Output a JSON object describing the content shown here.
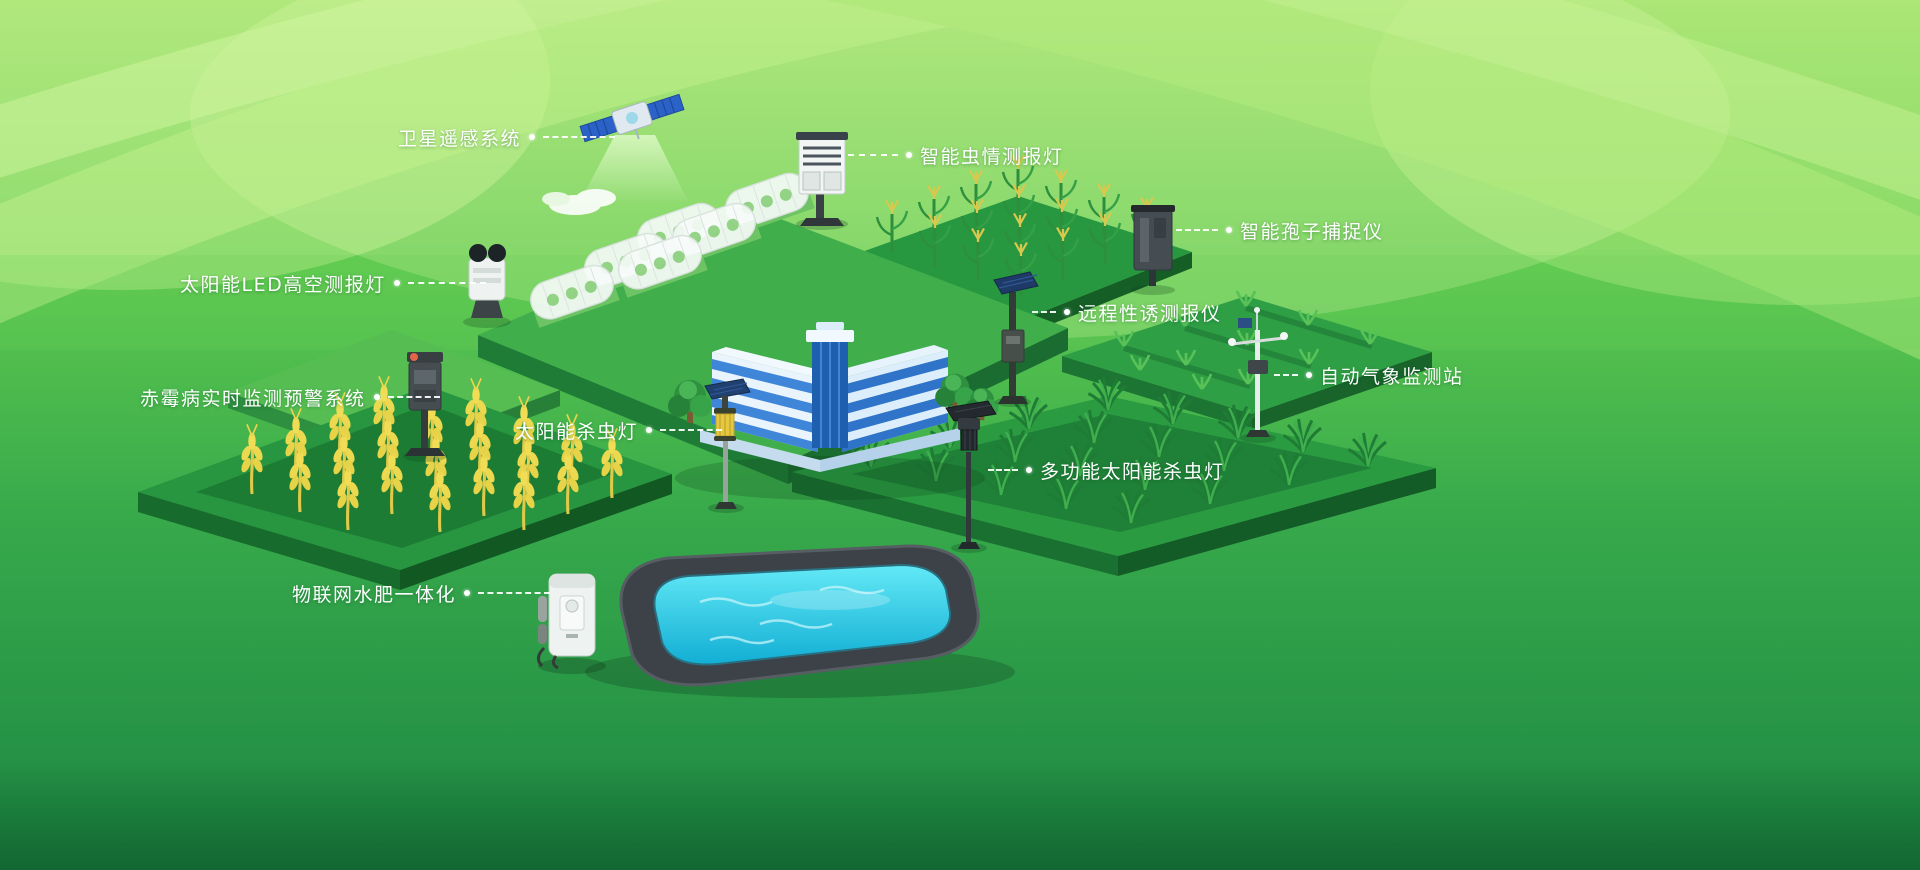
{
  "colors": {
    "background_top": "#a9e572",
    "background_mid": "#4fbf4f",
    "background_bottom": "#1c8743",
    "label_text": "#ffffff",
    "building_blue": "#3f86d9",
    "water_cyan": "#2fd3ea",
    "wheat_yellow": "#e9d44e",
    "plot_green": "#2c9c43",
    "pool_frame": "#3c4247"
  },
  "labels": [
    {
      "id": "satellite",
      "text": "卫星遥感系统",
      "icon": "satellite-icon",
      "side": "left"
    },
    {
      "id": "insect-lamp",
      "text": "智能虫情测报灯",
      "icon": "insect-monitoring-lamp-icon",
      "side": "right"
    },
    {
      "id": "spore-catcher",
      "text": "智能孢子捕捉仪",
      "icon": "spore-catcher-icon",
      "side": "right"
    },
    {
      "id": "solar-led-lamp",
      "text": "太阳能LED高空测报灯",
      "icon": "solar-led-lamp-icon",
      "side": "left"
    },
    {
      "id": "pheromone-monitor",
      "text": "远程性诱测报仪",
      "icon": "pheromone-monitor-icon",
      "side": "right"
    },
    {
      "id": "weather-station",
      "text": "自动气象监测站",
      "icon": "weather-station-icon",
      "side": "right"
    },
    {
      "id": "scab-warning",
      "text": "赤霉病实时监测预警系统",
      "icon": "scab-monitor-icon",
      "side": "left"
    },
    {
      "id": "solar-insect-killer",
      "text": "太阳能杀虫灯",
      "icon": "solar-insect-killer-icon",
      "side": "left"
    },
    {
      "id": "multi-solar-insect-killer",
      "text": "多功能太阳能杀虫灯",
      "icon": "multi-solar-insect-killer-icon",
      "side": "right"
    },
    {
      "id": "iot-fertigation",
      "text": "物联网水肥一体化",
      "icon": "fertigation-machine-icon",
      "side": "left"
    }
  ]
}
